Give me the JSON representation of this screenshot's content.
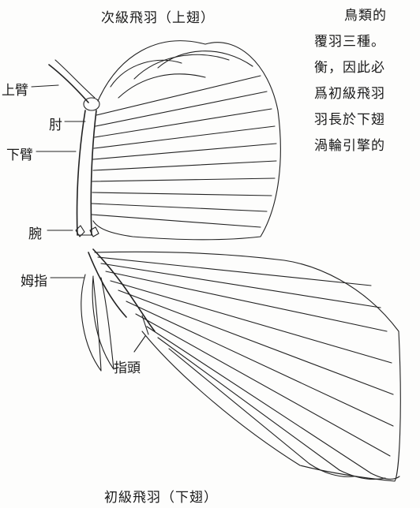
{
  "figure": {
    "caption_upper": "次級飛羽（上翅）",
    "caption_lower": "初級飛羽（下翅）",
    "labels": {
      "upper_arm": "上臂",
      "elbow": "肘",
      "forearm": "下臂",
      "wrist": "腕",
      "thumb": "姆指",
      "digit": "指頭"
    }
  },
  "body_text": {
    "lines": [
      "鳥類的",
      "覆羽三種。",
      "衡，因此必",
      "爲初級飛羽",
      "羽長於下翅",
      "渦輪引擎的"
    ]
  }
}
